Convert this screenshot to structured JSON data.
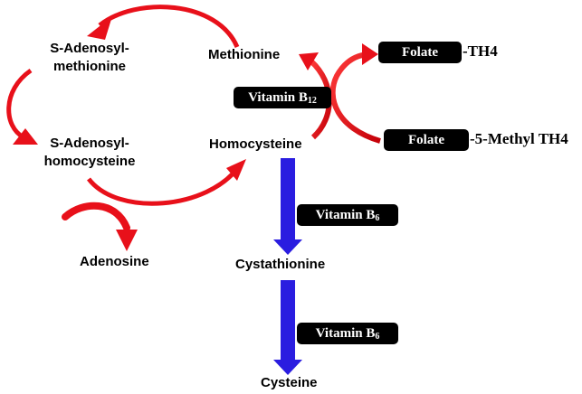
{
  "nodes": {
    "sam_line1": "S-Adenosyl-",
    "sam_line2": "methionine",
    "sah_line1": "S-Adenosyl-",
    "sah_line2": "homocysteine",
    "methionine": "Methionine",
    "homocysteine": "Homocysteine",
    "adenosine": "Adenosine",
    "cystathionine": "Cystathionine",
    "cysteine": "Cysteine"
  },
  "cofactors": {
    "vitamin_b12": {
      "text": "Vitamin B",
      "sub": "12"
    },
    "vitamin_b6_first": {
      "text": "Vitamin B",
      "sub": "6"
    },
    "vitamin_b6_second": {
      "text": "Vitamin B",
      "sub": "6"
    },
    "folate_top": "Folate",
    "folate_bottom": "Folate"
  },
  "suffixes": {
    "th4": "-TH4",
    "methyl_th4": "-5-Methyl TH4"
  },
  "colors": {
    "red_arrow": "#e8101a",
    "blue_arrow": "#2a1de0",
    "pill_background": "#000000",
    "pill_text": "#ffffff"
  }
}
